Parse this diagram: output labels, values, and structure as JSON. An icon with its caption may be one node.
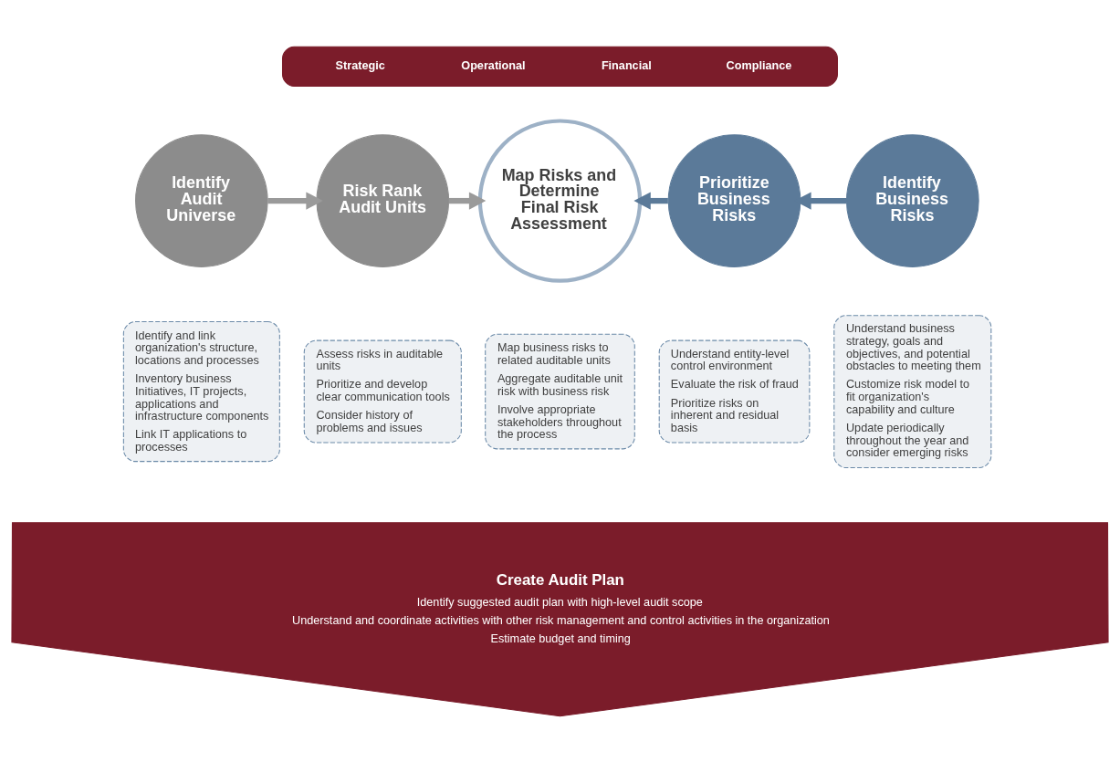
{
  "diagram": {
    "nodes": [
      {
        "text": [
          "Strategic",
          "Operational",
          "Financial",
          "Compliance"
        ]
      },
      {
        "text": [
          "Identify Audit Universe"
        ]
      },
      {
        "text": [
          "Risk Rank Audit Units"
        ]
      },
      {
        "text": [
          "Map Risks and Determine Final Risk Assessment"
        ]
      },
      {
        "text": [
          "Prioritize Business Risks"
        ]
      },
      {
        "text": [
          "Identify Business Risks"
        ]
      },
      {
        "text": [
          "Identify and link organization's structure, locations and processes",
          "Inventory business Initiatives, IT projects, applications and infrastructure components",
          "Link IT applications to processes"
        ]
      },
      {
        "text": [
          "Assess risks in auditable units",
          "Prioritize and develop clear communication tools",
          "Consider history of problems and issues"
        ]
      },
      {
        "text": [
          "Map business risks to related auditable units",
          "Aggregate auditable unit risk with business risk",
          "Involve appropriate stakeholders throughout the process"
        ]
      },
      {
        "text": [
          "Understand entity-level control environment",
          "Evaluate the risk of fraud",
          "Prioritize risks on inherent and residual basis"
        ]
      },
      {
        "text": [
          "Understand business strategy, goals and objectives, and potential obstacles to meeting them",
          "Customize risk model to fit organization's capability and culture",
          "Update periodically throughout the year and consider emerging risks"
        ]
      },
      {
        "text": [
          "Create Audit Plan",
          "Identify suggested audit plan with high-level audit scope",
          "Understand and coordinate activities with other risk management and control activities in the organization",
          "Estimate budget and timing"
        ]
      }
    ],
    "edges": [
      {
        "from": 1,
        "to": 2,
        "arrow": "to",
        "color": "#9a9a9a"
      },
      {
        "from": 2,
        "to": 3,
        "arrow": "to",
        "color": "#9a9a9a"
      },
      {
        "from": 5,
        "to": 4,
        "arrow": "to",
        "color": "#5b7a99"
      },
      {
        "from": 4,
        "to": 3,
        "arrow": "to",
        "color": "#5b7a99"
      }
    ]
  }
}
